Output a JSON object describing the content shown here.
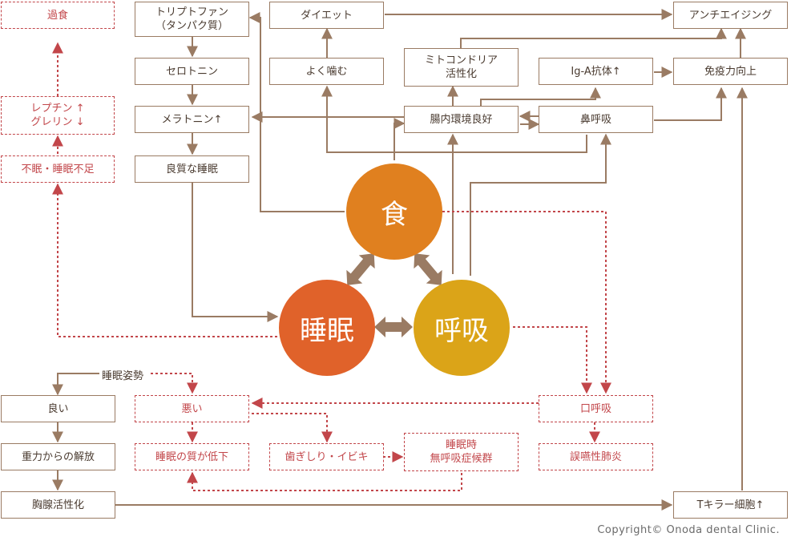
{
  "circles": {
    "food": "食",
    "sleep": "睡眠",
    "breath": "呼吸"
  },
  "boxes": {
    "overeating": "過食",
    "leptin": "レプチン ↑\nグレリン ↓",
    "insomnia": "不眠・睡眠不足",
    "tryptophan": "トリプトファン\n（タンパク質）",
    "serotonin": "セロトニン",
    "melatonin": "メラトニン↑",
    "good_sleep": "良質な睡眠",
    "diet": "ダイエット",
    "chewing": "よく噛む",
    "mitochondria": "ミトコンドリア\n活性化",
    "iga": "Ig-A抗体↑",
    "antiaging": "アンチエイジング",
    "immunity": "免疫力向上",
    "gut": "腸内環境良好",
    "nasal": "鼻呼吸",
    "good": "良い",
    "gravity": "重力からの解放",
    "thymus": "胸腺活性化",
    "bad": "悪い",
    "sleep_quality": "睡眠の質が低下",
    "grinding": "歯ぎしり・イビキ",
    "apnea": "睡眠時\n無呼吸症候群",
    "mouth_breath": "口呼吸",
    "aspiration": "誤嚥性肺炎",
    "tkiller": "Tキラー細胞↑"
  },
  "posture_label": "睡眠姿勢",
  "copyright": "Copyright© Onoda dental Clinic.",
  "colors": {
    "brown": "#9a7b63",
    "red": "#c2464a",
    "food": "#e0801f",
    "sleep": "#e0622a",
    "breath": "#dba418",
    "arrow_fill": "#9a7b63"
  }
}
